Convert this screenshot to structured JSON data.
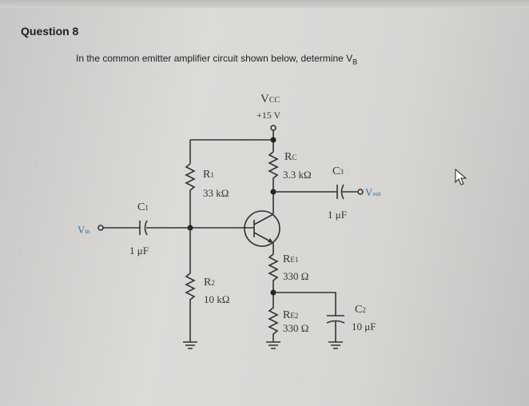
{
  "question": {
    "title": "Question 8",
    "text": "In the common emitter amplifier circuit shown below, determine V",
    "text_sub": "B"
  },
  "circuit": {
    "vcc_label": "V",
    "vcc_sub": "CC",
    "vcc_value": "+15 V",
    "r1_label": "R",
    "r1_sub": "1",
    "r1_value": "33 kΩ",
    "r2_label": "R",
    "r2_sub": "2",
    "r2_value": "10 kΩ",
    "rc_label": "R",
    "rc_sub": "C",
    "rc_value": "3.3 kΩ",
    "re1_label": "R",
    "re1_sub": "E1",
    "re1_value": "330 Ω",
    "re2_label": "R",
    "re2_sub": "E2",
    "re2_value": "330 Ω",
    "c1_label": "C",
    "c1_sub": "1",
    "c1_value": "1 μF",
    "c2_label": "C",
    "c2_sub": "2",
    "c2_value": "10 μF",
    "c3_label": "C",
    "c3_sub": "3",
    "c3_value": "1 μF",
    "vin_label": "V",
    "vin_sub": "in",
    "vout_label": "V",
    "vout_sub": "out",
    "accent": "#3a6d9a"
  }
}
